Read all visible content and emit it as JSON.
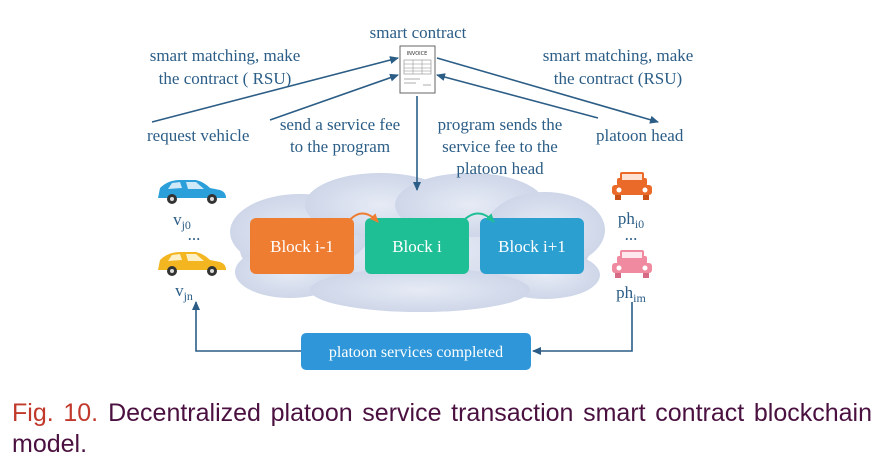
{
  "labels": {
    "smart_contract": "smart contract",
    "left_match_line1": "smart matching, make",
    "left_match_line2": "the contract ( RSU)",
    "right_match_line1": "smart matching, make",
    "right_match_line2": "the contract (RSU)",
    "request_vehicle": "request vehicle",
    "send_fee_line1": "send a service fee",
    "send_fee_line2": "to the program",
    "program_sends_line1": "program sends the",
    "program_sends_line2": "service fee to the",
    "program_sends_line3": "platoon head",
    "platoon_head": "platoon head"
  },
  "vehicles": {
    "v_j0_base": "v",
    "v_j0_sub": "j0",
    "v_dots": "...",
    "v_jn_base": "v",
    "v_jn_sub": "jn",
    "ph_i0_base": "ph",
    "ph_i0_sub": "i0",
    "ph_dots": "...",
    "ph_im_base": "ph",
    "ph_im_sub": "im"
  },
  "blocks": [
    {
      "label": "Block i-1",
      "color": "#ee7d32"
    },
    {
      "label": "Block i",
      "color": "#1fbf96"
    },
    {
      "label": "Block i+1",
      "color": "#2a9fd0"
    }
  ],
  "status_button": {
    "label": "platoon services completed",
    "color": "#2f97d9"
  },
  "document_icon_title": "INVOICE",
  "colors": {
    "arrow": "#2b5d86",
    "cloud": "#d5dced",
    "car_blue": "#2a9fd9",
    "car_yellow": "#f3b520",
    "car_orange": "#ea6a2a",
    "car_pink": "#ef8aa0"
  },
  "caption": {
    "fig_num": "Fig. 10.",
    "text": "Decentralized platoon service transaction smart contract blockchain model."
  }
}
